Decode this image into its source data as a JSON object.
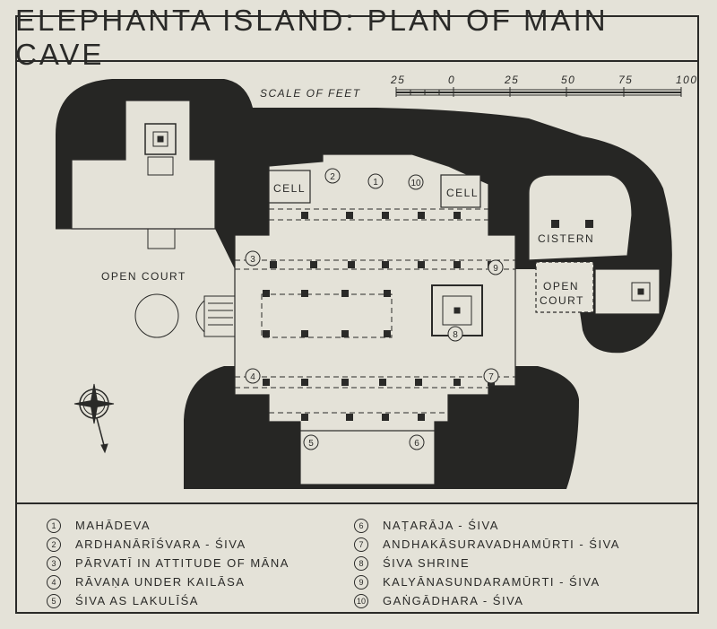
{
  "title": "ELEPHANTA ISLAND: PLAN OF MAIN CAVE",
  "scale": {
    "label": "SCALE OF FEET",
    "ticks": [
      "25",
      "0",
      "25",
      "50",
      "75",
      "100"
    ]
  },
  "map_labels": {
    "cell_left": "CELL",
    "cell_right": "CELL",
    "cistern": "CISTERN",
    "open_court_west": "OPEN COURT",
    "open_court_east_1": "OPEN",
    "open_court_east_2": "COURT"
  },
  "markers": [
    "1",
    "2",
    "3",
    "4",
    "5",
    "6",
    "7",
    "8",
    "9",
    "10"
  ],
  "legend": [
    {
      "num": "1",
      "label": "MAHĀDEVA"
    },
    {
      "num": "2",
      "label": "ARDHANĀRĪŚVARA - ŚIVA"
    },
    {
      "num": "3",
      "label": "PĀRVATĪ IN ATTITUDE OF MĀNA"
    },
    {
      "num": "4",
      "label": "RĀVAṆA UNDER KAILĀSA"
    },
    {
      "num": "5",
      "label": "ŚIVA AS LAKULĪŚA"
    },
    {
      "num": "6",
      "label": "NAṬARĀJA - ŚIVA"
    },
    {
      "num": "7",
      "label": "ANDHAKĀSURAVADHAMŪRTI - ŚIVA"
    },
    {
      "num": "8",
      "label": "ŚIVA SHRINE"
    },
    {
      "num": "9",
      "label": "KALYĀNASUNDARAMŪRTI - ŚIVA"
    },
    {
      "num": "10",
      "label": "GAṄGĀDHARA - ŚIVA"
    }
  ],
  "colors": {
    "ink": "#2a2a28",
    "paper": "#e4e2d8",
    "rock": "#262624"
  }
}
